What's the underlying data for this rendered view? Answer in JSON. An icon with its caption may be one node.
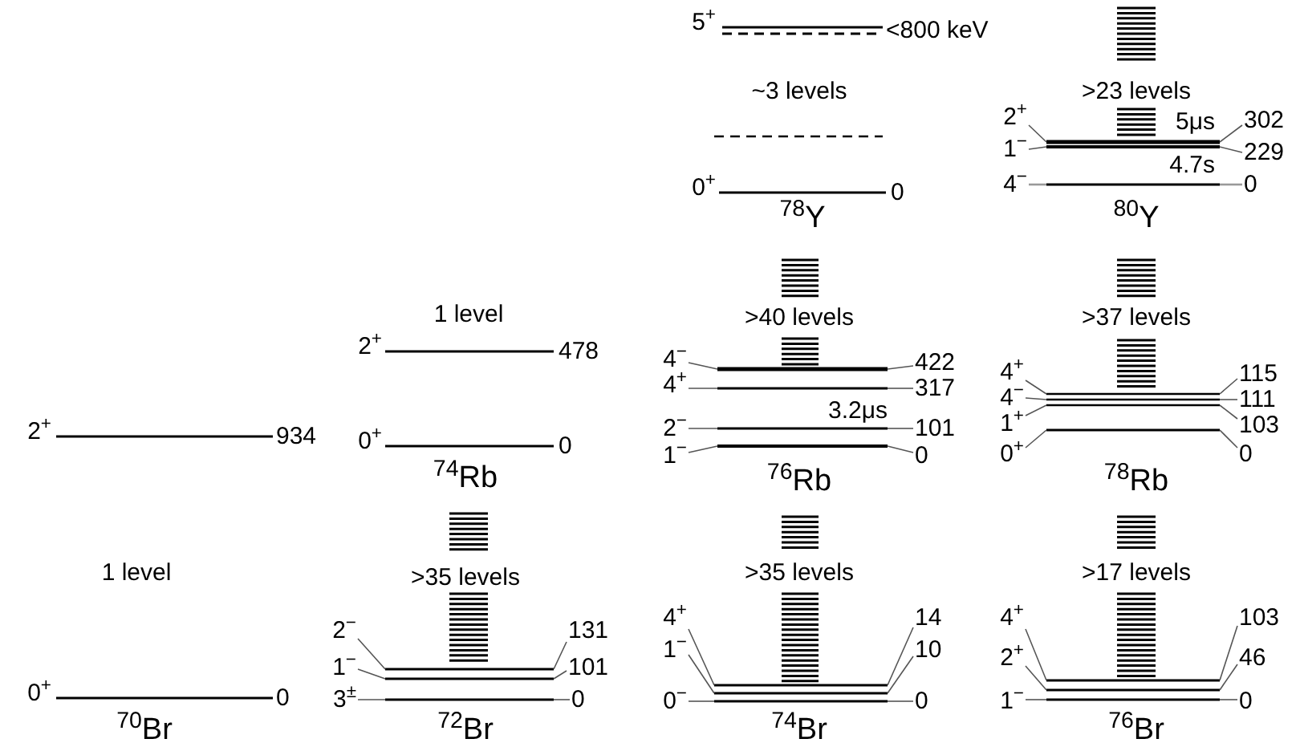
{
  "diagram": {
    "nodes": [
      {
        "text": [
          "2$^{−}$"
        ]
      },
      {
        "text": [
          "1$^{−}$"
        ]
      },
      {
        "text": [
          "3$^{±}$"
        ]
      },
      {
        "text": [
          "131"
        ]
      },
      {
        "text": [
          "101"
        ]
      },
      {
        "text": [
          "0"
        ]
      },
      {
        "text": [
          "4$^{+}$"
        ]
      },
      {
        "text": [
          "1$^{−}$"
        ]
      },
      {
        "text": [
          "0$^{−}$"
        ]
      },
      {
        "text": [
          "14"
        ]
      },
      {
        "text": [
          "10"
        ]
      },
      {
        "text": [
          "0"
        ]
      },
      {
        "text": [
          "4$^{+}$"
        ]
      },
      {
        "text": [
          "2$^{+}$"
        ]
      },
      {
        "text": [
          "1$^{−}$"
        ]
      },
      {
        "text": [
          "103"
        ]
      },
      {
        "text": [
          "46"
        ]
      },
      {
        "text": [
          "0"
        ]
      },
      {
        "text": [
          "4$^{−}$"
        ]
      },
      {
        "text": [
          "4$^{+}$"
        ]
      },
      {
        "text": [
          "2$^{−}$"
        ]
      },
      {
        "text": [
          "1$^{−}$"
        ]
      },
      {
        "text": [
          "422"
        ]
      },
      {
        "text": [
          "317"
        ]
      },
      {
        "text": [
          "101"
        ]
      },
      {
        "text": [
          "0"
        ]
      },
      {
        "text": [
          "4$^{+}$"
        ]
      },
      {
        "text": [
          "4$^{−}$"
        ]
      },
      {
        "text": [
          "1$^{+}$"
        ]
      },
      {
        "text": [
          "0$^{+}$"
        ]
      },
      {
        "text": [
          "115"
        ]
      },
      {
        "text": [
          "111"
        ]
      },
      {
        "text": [
          "103"
        ]
      },
      {
        "text": [
          "0"
        ]
      },
      {
        "text": [
          "2$^{+}$"
        ]
      },
      {
        "text": [
          "1$^{−}$"
        ]
      },
      {
        "text": [
          "4$^{−}$"
        ]
      },
      {
        "text": [
          "302"
        ]
      },
      {
        "text": [
          "229"
        ]
      },
      {
        "text": [
          "0"
        ]
      },
      {
        "text": [],
        "shape": "bar"
      },
      {
        "text": [],
        "shape": "bar"
      },
      {
        "text": [],
        "shape": "bar"
      },
      {
        "text": [],
        "shape": "bar"
      },
      {
        "text": [],
        "shape": "bar"
      },
      {
        "text": [],
        "shape": "bar"
      },
      {
        "text": [],
        "shape": "bar"
      },
      {
        "text": [],
        "shape": "bar"
      },
      {
        "text": [],
        "shape": "bar"
      },
      {
        "text": [],
        "shape": "bar"
      },
      {
        "text": [],
        "shape": "bar"
      },
      {
        "text": [],
        "shape": "bar"
      },
      {
        "text": [],
        "shape": "bar"
      },
      {
        "text": [],
        "shape": "bar"
      },
      {
        "text": [],
        "shape": "bar"
      },
      {
        "text": [],
        "shape": "bar"
      },
      {
        "text": [],
        "shape": "bar"
      },
      {
        "text": [],
        "shape": "bar"
      },
      {
        "text": [],
        "shape": "bar"
      },
      {
        "text": [],
        "shape": "bar"
      },
      {
        "text": [],
        "shape": "bar"
      },
      {
        "text": [],
        "shape": "bar"
      },
      {
        "text": [],
        "shape": "bar"
      },
      {
        "text": [],
        "shape": "bar"
      },
      {
        "text": [],
        "shape": "bar"
      },
      {
        "text": [],
        "shape": "bar"
      },
      {
        "text": [],
        "shape": "bar"
      },
      {
        "text": [],
        "shape": "bar"
      }
    ],
    "edges": [
      {
        "from": 0,
        "to": 44,
        "arrow": "none"
      },
      {
        "from": 1,
        "to": 45,
        "arrow": "none"
      },
      {
        "from": 2,
        "to": 46,
        "arrow": "none"
      },
      {
        "from": 3,
        "to": 44,
        "arrow": "none"
      },
      {
        "from": 4,
        "to": 45,
        "arrow": "none"
      },
      {
        "from": 5,
        "to": 46,
        "arrow": "none"
      },
      {
        "from": 6,
        "to": 47,
        "arrow": "none"
      },
      {
        "from": 7,
        "to": 48,
        "arrow": "none"
      },
      {
        "from": 8,
        "to": 49,
        "arrow": "none"
      },
      {
        "from": 9,
        "to": 47,
        "arrow": "none"
      },
      {
        "from": 10,
        "to": 48,
        "arrow": "none"
      },
      {
        "from": 11,
        "to": 49,
        "arrow": "none"
      },
      {
        "from": 12,
        "to": 50,
        "arrow": "none"
      },
      {
        "from": 13,
        "to": 51,
        "arrow": "none"
      },
      {
        "from": 14,
        "to": 52,
        "arrow": "none"
      },
      {
        "from": 15,
        "to": 50,
        "arrow": "none"
      },
      {
        "from": 16,
        "to": 51,
        "arrow": "none"
      },
      {
        "from": 17,
        "to": 52,
        "arrow": "none"
      },
      {
        "from": 18,
        "to": 53,
        "arrow": "none"
      },
      {
        "from": 19,
        "to": 54,
        "arrow": "none"
      },
      {
        "from": 20,
        "to": 55,
        "arrow": "none"
      },
      {
        "from": 21,
        "to": 56,
        "arrow": "none"
      },
      {
        "from": 22,
        "to": 53,
        "arrow": "none"
      },
      {
        "from": 23,
        "to": 54,
        "arrow": "none"
      },
      {
        "from": 24,
        "to": 55,
        "arrow": "none"
      },
      {
        "from": 25,
        "to": 56,
        "arrow": "none"
      },
      {
        "from": 26,
        "to": 57,
        "arrow": "none"
      },
      {
        "from": 27,
        "to": 58,
        "arrow": "none"
      },
      {
        "from": 28,
        "to": 59,
        "arrow": "none"
      },
      {
        "from": 29,
        "to": 60,
        "arrow": "none"
      },
      {
        "from": 30,
        "to": 57,
        "arrow": "none"
      },
      {
        "from": 31,
        "to": 58,
        "arrow": "none"
      },
      {
        "from": 32,
        "to": 59,
        "arrow": "none"
      },
      {
        "from": 33,
        "to": 60,
        "arrow": "none"
      },
      {
        "from": 34,
        "to": 65,
        "arrow": "none"
      },
      {
        "from": 35,
        "to": 66,
        "arrow": "none"
      },
      {
        "from": 36,
        "to": 67,
        "arrow": "none",
        "color": "#999999"
      },
      {
        "from": 37,
        "to": 65,
        "arrow": "none"
      },
      {
        "from": 38,
        "to": 66,
        "arrow": "none"
      },
      {
        "from": 39,
        "to": 67,
        "arrow": "none",
        "color": "#999999"
      }
    ],
    "labels": [
      "5$^{+}$",
      "<800 keV",
      "~3 levels",
      ">23 levels",
      "5μs",
      "4.7s",
      "0$^{+}$",
      "0",
      "$^{78}$Y",
      "$^{80}$Y",
      "1 level",
      ">40 levels",
      ">37 levels",
      "2$^{+}$",
      "478",
      "3.2μs",
      "2$^{+}$",
      "934",
      "0$^{+}$",
      "0",
      "$^{74}$Rb",
      "$^{76}$Rb",
      "$^{78}$Rb",
      "1 level",
      ">35 levels",
      ">35 levels",
      ">17 levels",
      "0$^{+}$",
      "0",
      "$^{70}$Br",
      "$^{72}$Br",
      "$^{74}$Br",
      "$^{76}$Br"
    ]
  }
}
